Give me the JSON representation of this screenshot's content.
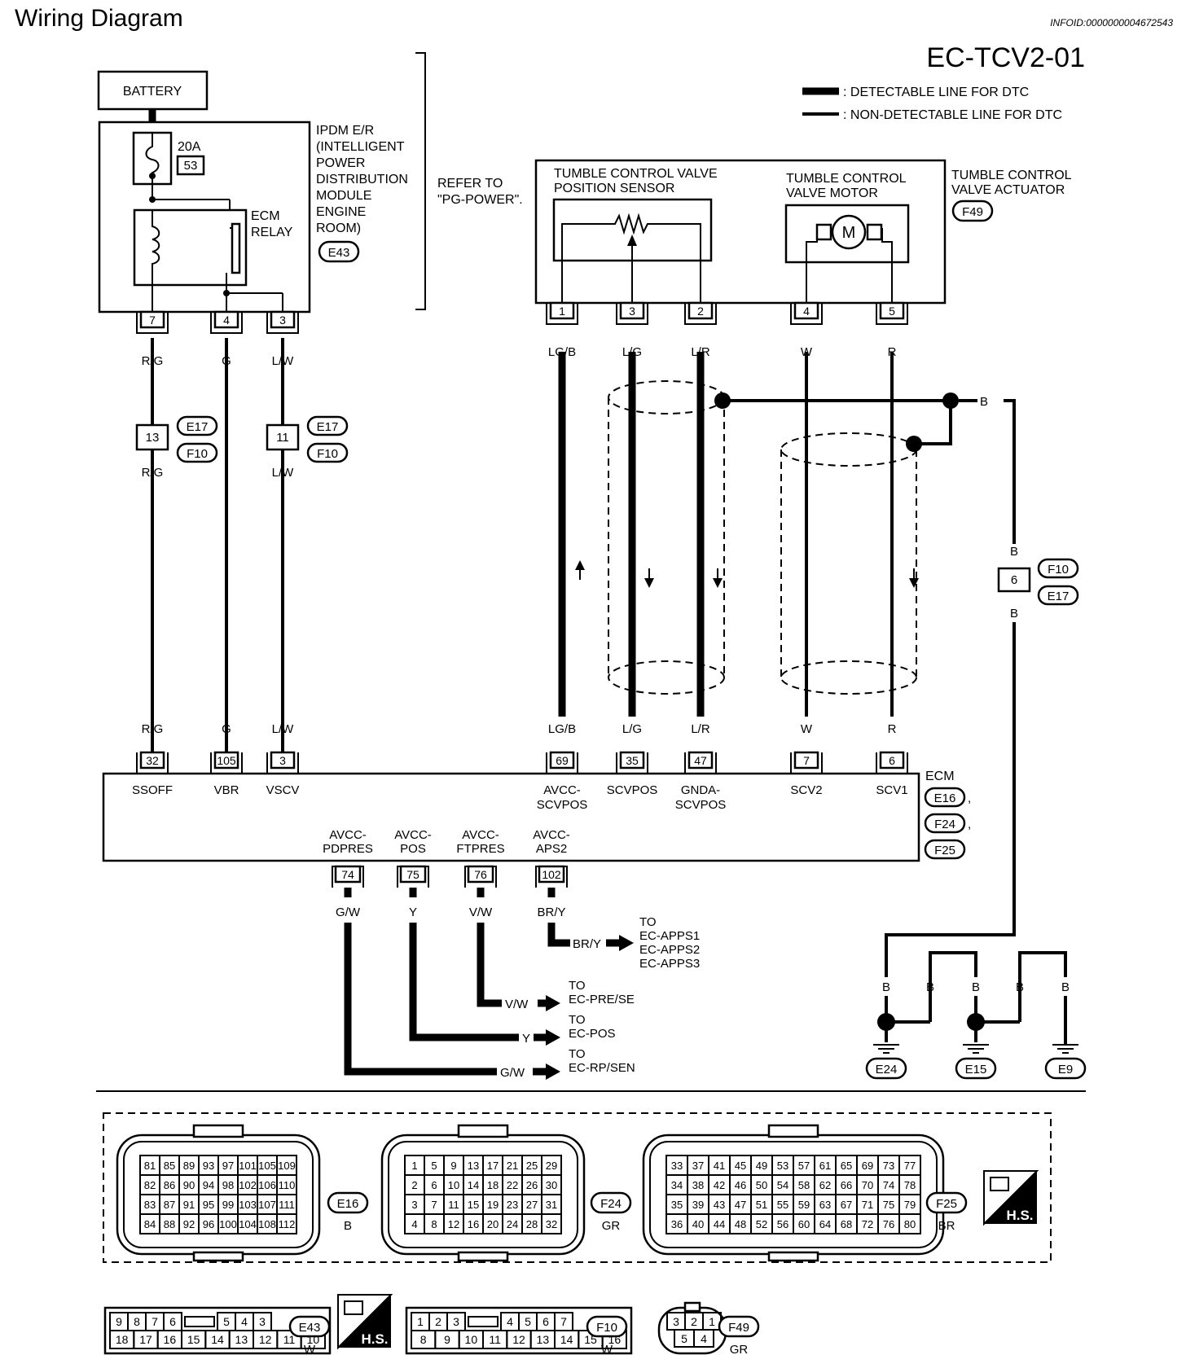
{
  "header": {
    "title": "Wiring Diagram",
    "info_id": "INFOID:0000000004672543",
    "diagram_code": "EC-TCV2-01"
  },
  "legend": {
    "detectable": ": DETECTABLE LINE FOR DTC",
    "non_detectable": ": NON-DETECTABLE LINE FOR DTC"
  },
  "battery": {
    "label": "BATTERY"
  },
  "ipdm": {
    "fuse_amp": "20A",
    "fuse_no": "53",
    "relay_line1": "ECM",
    "relay_line2": "RELAY",
    "name_lines": [
      "IPDM E/R",
      "(INTELLIGENT",
      "POWER",
      "DISTRIBUTION",
      "MODULE",
      "ENGINE",
      "ROOM)"
    ],
    "connector": "E43",
    "pins": [
      "7",
      "4",
      "3"
    ]
  },
  "refer": {
    "line1": "REFER TO",
    "line2": "\"PG-POWER\"."
  },
  "actuator": {
    "sensor_line1": "TUMBLE CONTROL VALVE",
    "sensor_line2": "POSITION SENSOR",
    "motor_line1": "TUMBLE CONTROL",
    "motor_line2": "VALVE MOTOR",
    "motor_symbol": "M",
    "name_line1": "TUMBLE CONTROL",
    "name_line2": "VALVE ACTUATOR",
    "connector": "F49",
    "pins": [
      "1",
      "3",
      "2",
      "4",
      "5"
    ]
  },
  "wires": {
    "ipdm": [
      "R/G",
      "G",
      "L/W"
    ],
    "actuator": [
      "LG/B",
      "L/G",
      "L/R",
      "W",
      "R"
    ],
    "shield": "B"
  },
  "joint_connectors": {
    "left_pin": "13",
    "right_pin": "11",
    "conn_a": "E17",
    "conn_b": "F10",
    "shield_pin": "6",
    "shield_conn_a": "F10",
    "shield_conn_b": "E17"
  },
  "ecm": {
    "name": "ECM",
    "connectors": [
      "E16",
      "F24",
      "F25"
    ],
    "top_pins": [
      "32",
      "105",
      "3",
      "69",
      "35",
      "47",
      "7",
      "6"
    ],
    "top_terminals": [
      "SSOFF",
      "VBR",
      "VSCV",
      "AVCC-",
      "SCVPOS",
      "GNDA-",
      "SCV2",
      "SCV1"
    ],
    "top_terminals_line2": [
      "SCVPOS",
      "SCVPOS"
    ],
    "bottom_terminals_line1": [
      "AVCC-",
      "AVCC-",
      "AVCC-",
      "AVCC-"
    ],
    "bottom_terminals_line2": [
      "PDPRES",
      "POS",
      "FTPRES",
      "APS2"
    ],
    "bottom_pins": [
      "74",
      "75",
      "76",
      "102"
    ]
  },
  "outputs": {
    "wires": [
      "G/W",
      "Y",
      "V/W",
      "BR/Y"
    ],
    "to": "TO",
    "brY_targets": [
      "EC-APPS1",
      "EC-APPS2",
      "EC-APPS3"
    ],
    "vw_target": "EC-PRE/SE",
    "y_target": "EC-POS",
    "gw_target": "EC-RP/SEN"
  },
  "grounds": {
    "wire": "B",
    "connectors": [
      "E24",
      "E15",
      "E9"
    ]
  },
  "connector_views": {
    "e16": {
      "rows": [
        [
          "81",
          "85",
          "89",
          "93",
          "97",
          "101",
          "105",
          "109"
        ],
        [
          "82",
          "86",
          "90",
          "94",
          "98",
          "102",
          "106",
          "110"
        ],
        [
          "83",
          "87",
          "91",
          "95",
          "99",
          "103",
          "107",
          "111"
        ],
        [
          "84",
          "88",
          "92",
          "96",
          "100",
          "104",
          "108",
          "112"
        ]
      ],
      "id": "E16",
      "color": "B"
    },
    "f24": {
      "rows": [
        [
          "1",
          "5",
          "9",
          "13",
          "17",
          "21",
          "25",
          "29"
        ],
        [
          "2",
          "6",
          "10",
          "14",
          "18",
          "22",
          "26",
          "30"
        ],
        [
          "3",
          "7",
          "11",
          "15",
          "19",
          "23",
          "27",
          "31"
        ],
        [
          "4",
          "8",
          "12",
          "16",
          "20",
          "24",
          "28",
          "32"
        ]
      ],
      "id": "F24",
      "color": "GR"
    },
    "f25": {
      "rows": [
        [
          "33",
          "37",
          "41",
          "45",
          "49",
          "53",
          "57",
          "61",
          "65",
          "69",
          "73",
          "77"
        ],
        [
          "34",
          "38",
          "42",
          "46",
          "50",
          "54",
          "58",
          "62",
          "66",
          "70",
          "74",
          "78"
        ],
        [
          "35",
          "39",
          "43",
          "47",
          "51",
          "55",
          "59",
          "63",
          "67",
          "71",
          "75",
          "79"
        ],
        [
          "36",
          "40",
          "44",
          "48",
          "52",
          "56",
          "60",
          "64",
          "68",
          "72",
          "76",
          "80"
        ]
      ],
      "id": "F25",
      "color": "BR"
    },
    "hs": "H.S.",
    "e43": {
      "top_left": [
        "9",
        "8",
        "7",
        "6"
      ],
      "top_right": [
        "5",
        "4",
        "3"
      ],
      "bottom": [
        "18",
        "17",
        "16",
        "15",
        "14",
        "13",
        "12",
        "11",
        "10"
      ],
      "id": "E43",
      "color": "W"
    },
    "f10": {
      "top_left": [
        "1",
        "2",
        "3"
      ],
      "top_right": [
        "4",
        "5",
        "6",
        "7"
      ],
      "bottom": [
        "8",
        "9",
        "10",
        "11",
        "12",
        "13",
        "14",
        "15",
        "16"
      ],
      "id": "F10",
      "color": "W"
    },
    "f49": {
      "top": [
        "3",
        "2",
        "1"
      ],
      "bottom": [
        "5",
        "4"
      ],
      "id": "F49",
      "color": "GR"
    }
  }
}
